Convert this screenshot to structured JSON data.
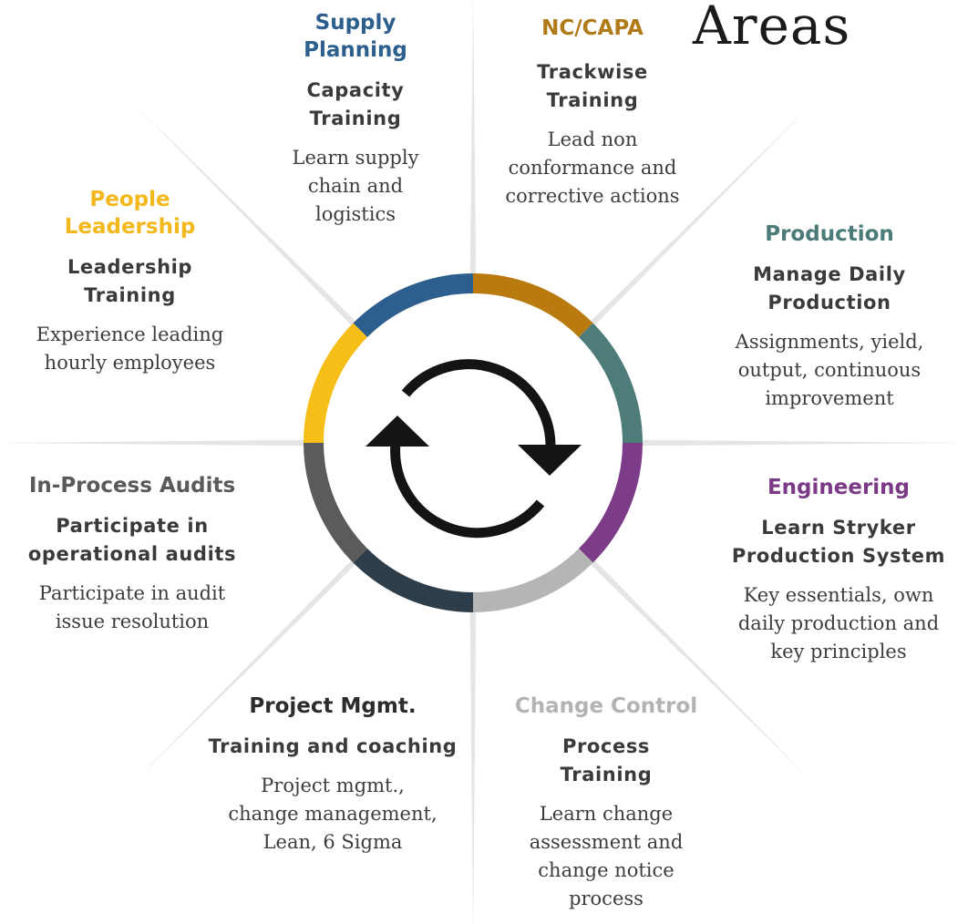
{
  "heading": "Areas",
  "center_icon": "refresh-cycle-icon",
  "areas": [
    {
      "key": "supply-planning",
      "title": "Supply\nPlanning",
      "title_color": "#2d5f8e",
      "subtitle": "Capacity\nTraining",
      "desc": "Learn supply\nchain and\nlogistics",
      "ring_color": "#2d5f8e"
    },
    {
      "key": "nc-capa",
      "title": "NC/CAPA",
      "title_color": "#b07a18",
      "subtitle": "Trackwise\nTraining",
      "desc": "Lead non\nconformance and\ncorrective actions",
      "ring_color": "#b97a0f"
    },
    {
      "key": "production",
      "title": "Production",
      "title_color": "#4a7b78",
      "subtitle": "Manage Daily\nProduction",
      "desc": "Assignments, yield,\noutput, continuous\nimprovement",
      "ring_color": "#4d7c79"
    },
    {
      "key": "engineering",
      "title": "Engineering",
      "title_color": "#7b3a86",
      "subtitle": "Learn Stryker\nProduction System",
      "desc": "Key essentials, own\ndaily production and\nkey principles",
      "ring_color": "#7d3c88"
    },
    {
      "key": "change-control",
      "title": "Change Control",
      "title_color": "#b3b3b3",
      "subtitle": "Process\nTraining",
      "desc": "Learn change\nassessment and\nchange notice\nprocess",
      "ring_color": "#b5b5b5"
    },
    {
      "key": "project-mgmt",
      "title": "Project Mgmt.",
      "title_color": "#2c2c2c",
      "subtitle": "Training and coaching",
      "desc": "Project mgmt.,\nchange management,\nLean, 6 Sigma",
      "ring_color": "#2e3d4a"
    },
    {
      "key": "in-process-audits",
      "title": "In-Process Audits",
      "title_color": "#5a5a5a",
      "subtitle": "Participate in\noperational audits",
      "desc": "Participate in audit\nissue resolution",
      "ring_color": "#5b5b5b"
    },
    {
      "key": "people-leadership",
      "title": "People\nLeadership",
      "title_color": "#f2b81c",
      "subtitle": "Leadership\nTraining",
      "desc": "Experience leading\nhourly employees",
      "ring_color": "#f5bf17"
    }
  ]
}
